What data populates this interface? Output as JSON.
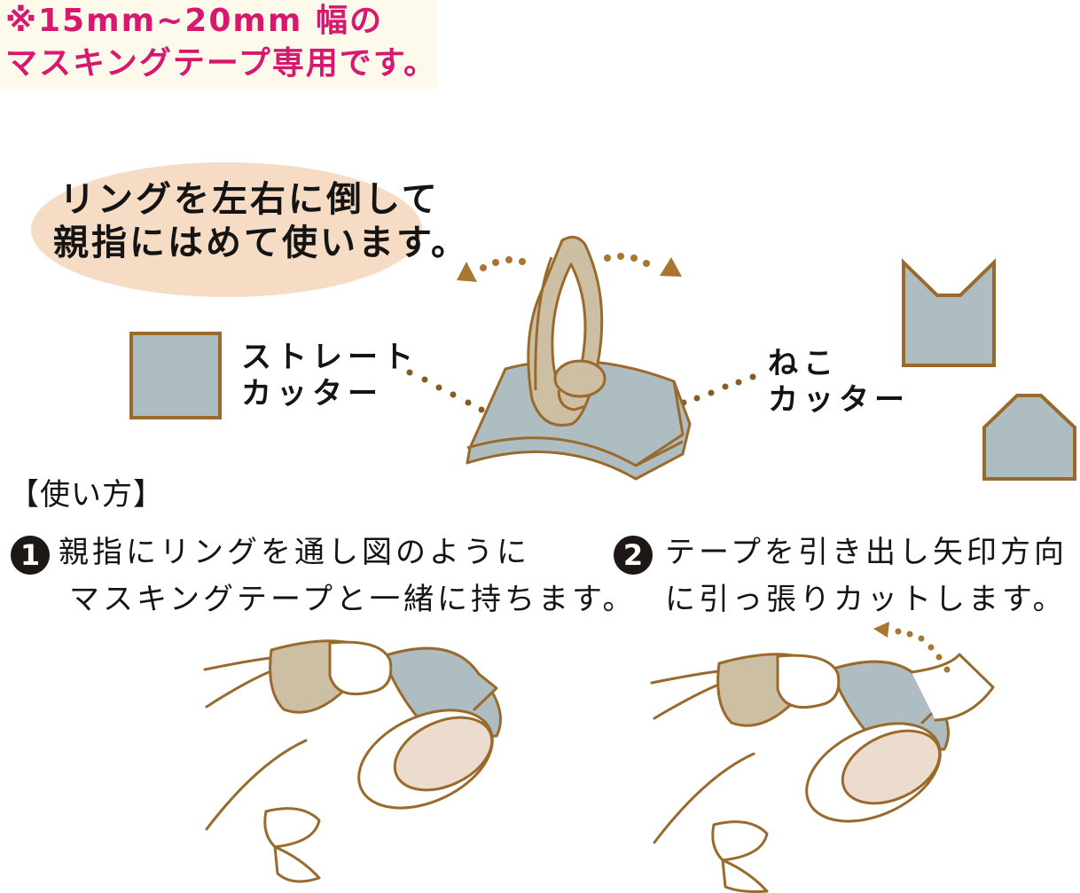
{
  "notice": {
    "line1": "※15mm~20mm 幅の",
    "line2": "マスキングテープ専用です。",
    "text_color": "#d6196e",
    "bg_color": "#fdfaec"
  },
  "bubble": {
    "line1": "リングを左右に倒して",
    "line2": "親指にはめて使います。",
    "bg_color": "#f6dcc4"
  },
  "cutters": {
    "straight": {
      "line1": "ストレート",
      "line2": "カッター",
      "icon": "square-cutter-shape"
    },
    "cat": {
      "line1": "ねこ",
      "line2": "カッター",
      "icon": "cat-ear-cutter-shape"
    }
  },
  "usage": {
    "heading": "【使い方】",
    "steps": [
      {
        "number": "1",
        "line1": "親指にリングを通し図のように",
        "line2": "マスキングテープと一緒に持ちます。"
      },
      {
        "number": "2",
        "line1": "テープを引き出し矢印方向",
        "line2": "に引っ張りカットします。"
      }
    ]
  },
  "colors": {
    "outline": "#9a6a2c",
    "ring_fill": "#cdbfa3",
    "cutter_fill": "#adbdc2",
    "tape_core": "#ebdccd"
  }
}
